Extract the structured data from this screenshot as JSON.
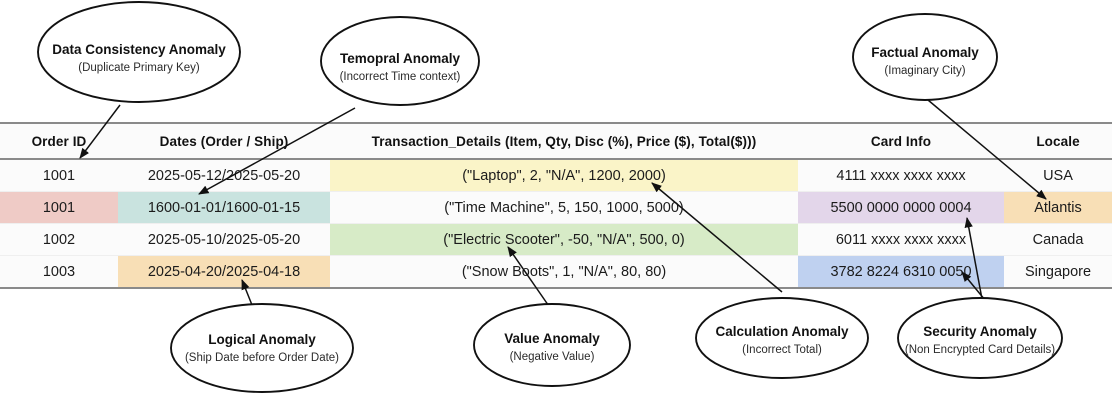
{
  "table": {
    "columns": [
      {
        "key": "order_id",
        "label": "Order ID"
      },
      {
        "key": "dates",
        "label": "Dates (Order / Ship)"
      },
      {
        "key": "transaction",
        "label": "Transaction_Details (Item, Qty, Disc (%), Price ($), Total($)))"
      },
      {
        "key": "card",
        "label": "Card Info"
      },
      {
        "key": "locale",
        "label": "Locale"
      }
    ],
    "rows": [
      {
        "order_id": "1001",
        "dates": "2025-05-12/2025-05-20",
        "transaction": "(\"Laptop\", 2, \"N/A\", 1200, 2000)",
        "card": "4111 xxxx xxxx xxxx",
        "locale": "USA",
        "highlight": {
          "order_id": "",
          "dates": "",
          "transaction": "yellow",
          "card": "",
          "locale": ""
        }
      },
      {
        "order_id": "1001",
        "dates": "1600-01-01/1600-01-15",
        "transaction": "(\"Time Machine\", 5, 150, 1000, 5000)",
        "card": "5500 0000 0000 0004",
        "locale": "Atlantis",
        "highlight": {
          "order_id": "pink",
          "dates": "teal",
          "transaction": "",
          "card": "purple",
          "locale": "orange"
        }
      },
      {
        "order_id": "1002",
        "dates": "2025-05-10/2025-05-20",
        "transaction": "(\"Electric Scooter\", -50, \"N/A\", 500, 0)",
        "card": "6011 xxxx xxxx xxxx",
        "locale": "Canada",
        "highlight": {
          "order_id": "",
          "dates": "",
          "transaction": "green",
          "card": "",
          "locale": ""
        }
      },
      {
        "order_id": "1003",
        "dates": "2025-04-20/2025-04-18",
        "transaction": "(\"Snow Boots\", 1, \"N/A\", 80, 80)",
        "card": "3782 8224 6310 0050",
        "locale": "Singapore",
        "highlight": {
          "order_id": "",
          "dates": "orange",
          "transaction": "",
          "card": "blue",
          "locale": ""
        }
      }
    ]
  },
  "annotations": [
    {
      "id": "data-consistency",
      "title": "Data Consistency Anomaly",
      "subtitle": "(Duplicate Primary Key)"
    },
    {
      "id": "temporal",
      "title": "Temopral Anomaly",
      "subtitle": "(Incorrect Time context)"
    },
    {
      "id": "factual",
      "title": "Factual Anomaly",
      "subtitle": "(Imaginary City)"
    },
    {
      "id": "logical",
      "title": "Logical Anomaly",
      "subtitle": "(Ship Date before Order Date)"
    },
    {
      "id": "value",
      "title": "Value Anomaly",
      "subtitle": "(Negative Value)"
    },
    {
      "id": "calculation",
      "title": "Calculation Anomaly",
      "subtitle": "(Incorrect Total)"
    },
    {
      "id": "security",
      "title": "Security Anomaly",
      "subtitle": "(Non Encrypted Card Details)"
    }
  ],
  "palette": {
    "pink": "#EFCBC6",
    "teal": "#C9E3DF",
    "yellow": "#FAF4C8",
    "green": "#D7EBC7",
    "orange": "#F8DFB6",
    "purple": "#E3D6EA",
    "blue": "#BFD1F0",
    "rule": "#8A8A8A",
    "text": "#1B1B1B"
  }
}
